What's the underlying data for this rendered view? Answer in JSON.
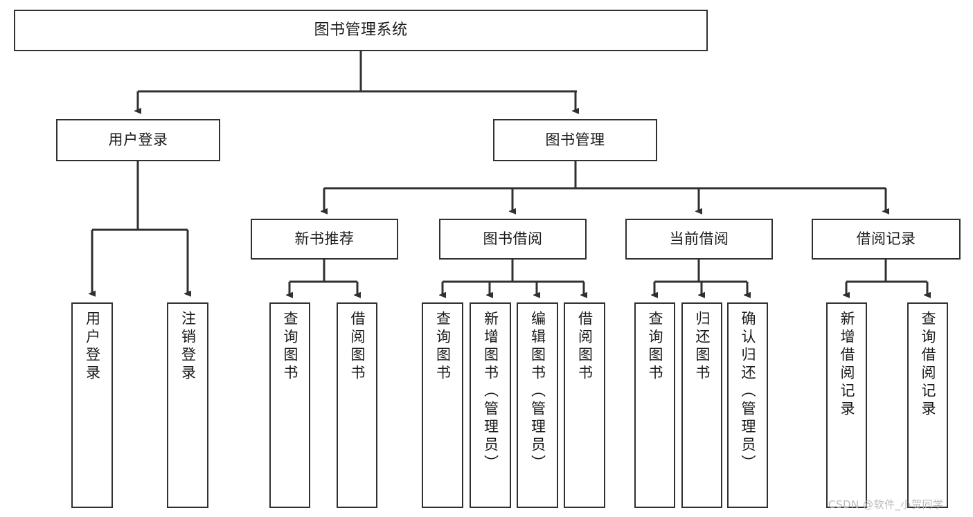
{
  "diagram": {
    "type": "hierarchy-tree",
    "title": "图书管理系统",
    "orientation": "top-down",
    "colors": {
      "stroke": "#303030",
      "fill": "#ffffff",
      "text": "#1a1a1a",
      "watermark": "#b9b9b9"
    }
  },
  "root": {
    "label": "图书管理系统"
  },
  "level2": [
    {
      "label": "用户登录"
    },
    {
      "label": "图书管理"
    }
  ],
  "level3": [
    {
      "label": "新书推荐"
    },
    {
      "label": "图书借阅"
    },
    {
      "label": "当前借阅"
    },
    {
      "label": "借阅记录"
    }
  ],
  "leaves": {
    "user_login": [
      {
        "label": "用户登录"
      },
      {
        "label": "注销登录"
      }
    ],
    "new_book_recommend": [
      {
        "label": "查询图书"
      },
      {
        "label": "借阅图书"
      }
    ],
    "book_borrow": [
      {
        "label": "查询图书"
      },
      {
        "label": "新增图书（管理员）"
      },
      {
        "label": "编辑图书（管理员）"
      },
      {
        "label": "借阅图书"
      }
    ],
    "current_borrow": [
      {
        "label": "查询图书"
      },
      {
        "label": "归还图书"
      },
      {
        "label": "确认归还（管理员）"
      }
    ],
    "borrow_record": [
      {
        "label": "新增借阅记录"
      },
      {
        "label": "查询借阅记录"
      }
    ]
  },
  "watermark": {
    "text": "CSDN @软件_小贺同学"
  }
}
